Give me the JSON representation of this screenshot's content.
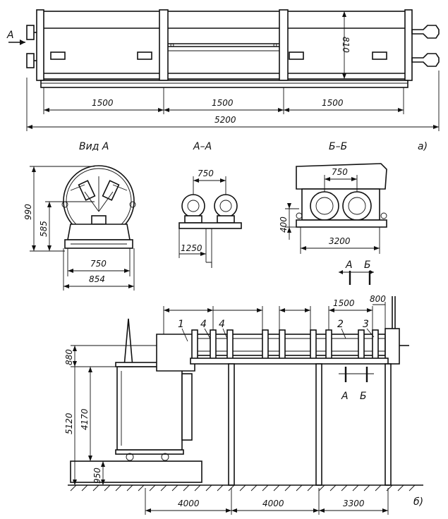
{
  "view_a_title": "Вид А",
  "section_aa_title": "А–А",
  "section_bb_title": "Б–Б",
  "part_a_label": "а)",
  "part_b_label": "б)",
  "arrow_a_label": "А",
  "top_view": {
    "seg1": "1500",
    "seg2": "1500",
    "seg3": "1500",
    "total": "5200",
    "height": "810"
  },
  "view_a": {
    "h1": "990",
    "h2": "585",
    "w1": "750",
    "w2": "854"
  },
  "section_aa": {
    "w": "750",
    "h": "1250"
  },
  "section_bb": {
    "w1": "750",
    "h": "400",
    "w2": "3200"
  },
  "cut_marks": {
    "a": "А",
    "b": "Б"
  },
  "side_view": {
    "callouts": [
      "1",
      "4",
      "4",
      "2",
      "3"
    ],
    "d_1500": "1500",
    "d_800": "800",
    "h_880": "880",
    "h_5120": "5120",
    "h_4170": "4170",
    "h_950": "950",
    "s1": "4000",
    "s2": "4000",
    "s3": "3300",
    "cut_a": "А",
    "cut_b": "Б"
  }
}
